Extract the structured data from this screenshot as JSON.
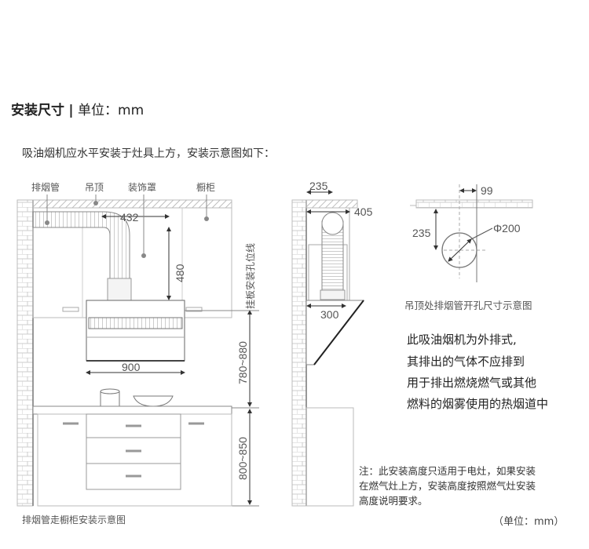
{
  "header": {
    "title": "安装尺寸",
    "separator": "|",
    "unit": "单位：mm"
  },
  "intro": "吸油烟机应水平安装于灶具上方，安装示意图如下：",
  "front_view": {
    "labels": {
      "pipe": "排烟管",
      "ceiling": "吊顶",
      "cover": "装饰罩",
      "cabinet": "橱柜"
    },
    "dims": {
      "pipe_offset": "432",
      "cover_height": "480",
      "hood_width": "900",
      "hood_height": "780~880",
      "counter_height": "800~850"
    },
    "mount_line": "挂板安装孔位线",
    "caption": "排烟管走橱柜安装示意图"
  },
  "side_view": {
    "dims": {
      "top": "235",
      "depth": "405",
      "hood": "300"
    }
  },
  "hole_view": {
    "dims": {
      "offset": "99",
      "distance": "235",
      "diameter": "Φ200"
    },
    "caption": "吊顶处排烟管开孔尺寸示意图"
  },
  "description": [
    "此吸油烟机为外排式,",
    "其排出的气体不应排到",
    "用于排出燃烧燃气或其他",
    "燃料的烟雾使用的热烟道中"
  ],
  "note": [
    "注：此安装高度只适用于电灶，如果安装",
    "在燃气灶上方，安装高度按照燃气灶安装",
    "高度说明要求。"
  ],
  "unit_footer": "（单位：mm）"
}
